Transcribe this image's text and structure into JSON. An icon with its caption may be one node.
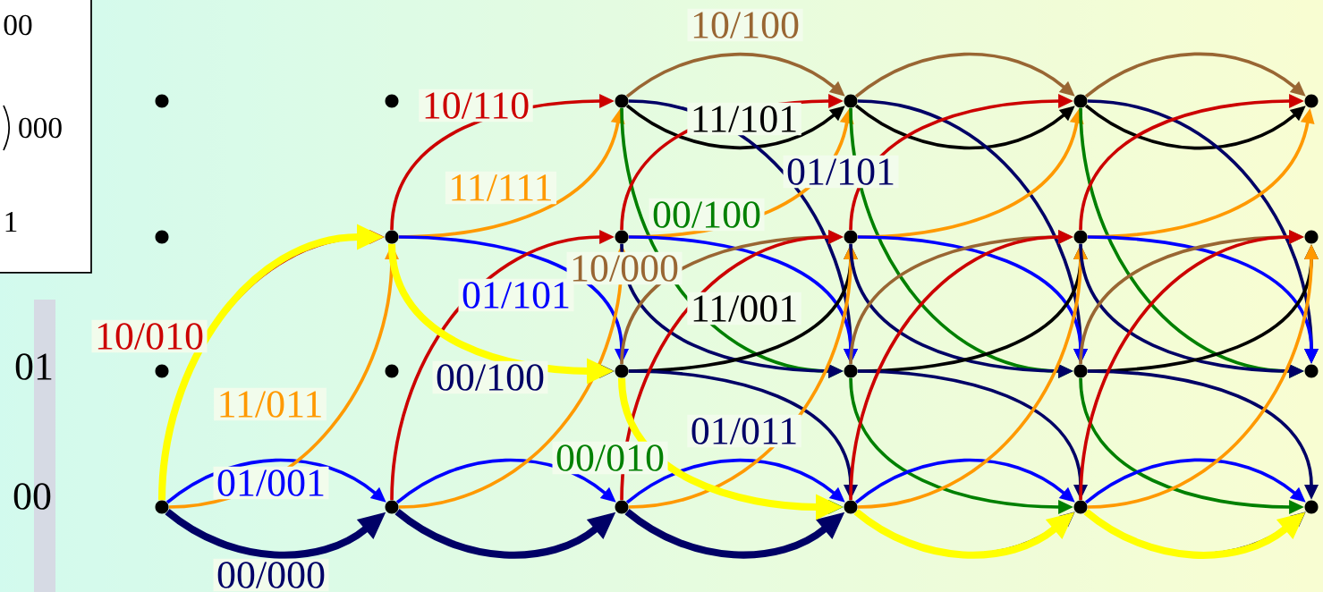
{
  "diagram": {
    "nodes": [
      {
        "text": [
          "00",
          "000",
          "1"
        ]
      },
      {
        "text": [],
        "shape": "circle"
      },
      {
        "text": [],
        "shape": "circle"
      },
      {
        "text": [],
        "shape": "circle"
      },
      {
        "text": [],
        "shape": "circle"
      },
      {
        "text": [],
        "shape": "circle"
      },
      {
        "text": [],
        "shape": "circle"
      },
      {
        "text": [],
        "shape": "circle"
      },
      {
        "text": [],
        "shape": "circle"
      },
      {
        "text": [],
        "shape": "circle"
      },
      {
        "text": [],
        "shape": "circle"
      },
      {
        "text": [],
        "shape": "circle"
      },
      {
        "text": [],
        "shape": "circle"
      },
      {
        "text": [],
        "shape": "circle"
      },
      {
        "text": [],
        "shape": "circle"
      },
      {
        "text": [],
        "shape": "circle"
      },
      {
        "text": [],
        "shape": "circle"
      },
      {
        "text": [],
        "shape": "circle"
      },
      {
        "text": [],
        "shape": "circle"
      },
      {
        "text": [],
        "shape": "circle"
      },
      {
        "text": [],
        "shape": "circle"
      },
      {
        "text": [],
        "shape": "circle"
      },
      {
        "text": [],
        "shape": "circle"
      },
      {
        "text": [],
        "shape": "circle"
      },
      {
        "text": [],
        "shape": "circle"
      },
      {
        "text": [],
        "shape": "bar"
      }
    ],
    "edges": [
      {
        "from": 19,
        "to": 20,
        "arrow": "to",
        "color": "#000066",
        "style": "thick",
        "label": "00/000"
      },
      {
        "from": 19,
        "to": 20,
        "arrow": "to",
        "color": "#0000ff",
        "label": "01/001"
      },
      {
        "from": 19,
        "to": 8,
        "arrow": "to",
        "color": "#cc0000",
        "label": "10/010"
      },
      {
        "from": 19,
        "to": 8,
        "arrow": "to",
        "color": "#ff9900",
        "label": "11/011"
      },
      {
        "from": 8,
        "to": 3,
        "arrow": "to",
        "color": "#cc0000",
        "label": "10/110"
      },
      {
        "from": 8,
        "to": 3,
        "arrow": "to",
        "color": "#ff9900",
        "label": "11/111"
      },
      {
        "from": 8,
        "to": 15,
        "arrow": "to",
        "color": "#0000ff",
        "label": "01/101"
      },
      {
        "from": 8,
        "to": 15,
        "arrow": "to",
        "color": "#000066",
        "label": "00/100"
      },
      {
        "from": 20,
        "to": 21,
        "arrow": "to",
        "color": "#000066",
        "style": "thick"
      },
      {
        "from": 20,
        "to": 21,
        "arrow": "to",
        "color": "#0000ff"
      },
      {
        "from": 20,
        "to": 9,
        "arrow": "to",
        "color": "#cc0000"
      },
      {
        "from": 20,
        "to": 9,
        "arrow": "to",
        "color": "#ff9900"
      },
      {
        "from": 3,
        "to": 4,
        "arrow": "to",
        "color": "#996633",
        "label": "10/100"
      },
      {
        "from": 3,
        "to": 4,
        "arrow": "to",
        "color": "#000000",
        "label": "11/101"
      },
      {
        "from": 3,
        "to": 16,
        "arrow": "to",
        "color": "#000066",
        "label": "01/101"
      },
      {
        "from": 3,
        "to": 16,
        "arrow": "to",
        "color": "#008000",
        "label": "00/100"
      },
      {
        "from": 9,
        "to": 4,
        "arrow": "to",
        "color": "#cc0000"
      },
      {
        "from": 9,
        "to": 4,
        "arrow": "to",
        "color": "#ff9900"
      },
      {
        "from": 9,
        "to": 16,
        "arrow": "to",
        "color": "#0000ff"
      },
      {
        "from": 9,
        "to": 16,
        "arrow": "to",
        "color": "#000066"
      },
      {
        "from": 15,
        "to": 10,
        "arrow": "to",
        "color": "#996633",
        "label": "10/000"
      },
      {
        "from": 15,
        "to": 10,
        "arrow": "to",
        "color": "#000000",
        "label": "11/001"
      },
      {
        "from": 15,
        "to": 22,
        "arrow": "to",
        "color": "#000066",
        "label": "01/011"
      },
      {
        "from": 15,
        "to": 22,
        "arrow": "to",
        "color": "#008000",
        "label": "00/010"
      },
      {
        "from": 21,
        "to": 22,
        "arrow": "to",
        "color": "#000066",
        "style": "thick"
      },
      {
        "from": 21,
        "to": 22,
        "arrow": "to",
        "color": "#0000ff"
      },
      {
        "from": 21,
        "to": 10,
        "arrow": "to",
        "color": "#cc0000"
      },
      {
        "from": 21,
        "to": 10,
        "arrow": "to",
        "color": "#ff9900"
      },
      {
        "from": 4,
        "to": 5,
        "arrow": "to",
        "color": "#996633"
      },
      {
        "from": 4,
        "to": 5,
        "arrow": "to",
        "color": "#000000"
      },
      {
        "from": 4,
        "to": 17,
        "arrow": "to",
        "color": "#000066"
      },
      {
        "from": 4,
        "to": 17,
        "arrow": "to",
        "color": "#008000"
      },
      {
        "from": 10,
        "to": 5,
        "arrow": "to",
        "color": "#cc0000"
      },
      {
        "from": 10,
        "to": 5,
        "arrow": "to",
        "color": "#ff9900"
      },
      {
        "from": 10,
        "to": 17,
        "arrow": "to",
        "color": "#0000ff"
      },
      {
        "from": 10,
        "to": 17,
        "arrow": "to",
        "color": "#000066"
      },
      {
        "from": 16,
        "to": 11,
        "arrow": "to",
        "color": "#996633"
      },
      {
        "from": 16,
        "to": 11,
        "arrow": "to",
        "color": "#000000"
      },
      {
        "from": 16,
        "to": 23,
        "arrow": "to",
        "color": "#000066"
      },
      {
        "from": 16,
        "to": 23,
        "arrow": "to",
        "color": "#008000"
      },
      {
        "from": 22,
        "to": 23,
        "arrow": "to",
        "color": "#000066"
      },
      {
        "from": 22,
        "to": 23,
        "arrow": "to",
        "color": "#0000ff"
      },
      {
        "from": 22,
        "to": 11,
        "arrow": "to",
        "color": "#cc0000"
      },
      {
        "from": 22,
        "to": 11,
        "arrow": "to",
        "color": "#ff9900"
      },
      {
        "from": 5,
        "to": 6,
        "arrow": "to",
        "color": "#996633"
      },
      {
        "from": 5,
        "to": 6,
        "arrow": "to",
        "color": "#000000"
      },
      {
        "from": 5,
        "to": 18,
        "arrow": "to",
        "color": "#000066"
      },
      {
        "from": 5,
        "to": 18,
        "arrow": "to",
        "color": "#008000"
      },
      {
        "from": 11,
        "to": 6,
        "arrow": "to",
        "color": "#cc0000"
      },
      {
        "from": 11,
        "to": 6,
        "arrow": "to",
        "color": "#ff9900"
      },
      {
        "from": 11,
        "to": 18,
        "arrow": "to",
        "color": "#0000ff"
      },
      {
        "from": 11,
        "to": 18,
        "arrow": "to",
        "color": "#000066"
      },
      {
        "from": 17,
        "to": 12,
        "arrow": "to",
        "color": "#996633"
      },
      {
        "from": 17,
        "to": 12,
        "arrow": "to",
        "color": "#000000"
      },
      {
        "from": 17,
        "to": 24,
        "arrow": "to",
        "color": "#000066"
      },
      {
        "from": 17,
        "to": 24,
        "arrow": "to",
        "color": "#008000"
      },
      {
        "from": 23,
        "to": 24,
        "arrow": "to",
        "color": "#000066"
      },
      {
        "from": 23,
        "to": 24,
        "arrow": "to",
        "color": "#0000ff"
      },
      {
        "from": 23,
        "to": 12,
        "arrow": "to",
        "color": "#cc0000"
      },
      {
        "from": 23,
        "to": 12,
        "arrow": "to",
        "color": "#ff9900"
      },
      {
        "from": 19,
        "to": 8,
        "arrow": "to",
        "color": "#ffff00",
        "style": "thick"
      },
      {
        "from": 8,
        "to": 15,
        "arrow": "to",
        "color": "#ffff00",
        "style": "thick"
      },
      {
        "from": 15,
        "to": 22,
        "arrow": "to",
        "color": "#ffff00",
        "style": "thick"
      },
      {
        "from": 22,
        "to": 23,
        "arrow": "to",
        "color": "#ffff00",
        "style": "thick"
      },
      {
        "from": 23,
        "to": 24,
        "arrow": "to",
        "color": "#ffff00",
        "style": "thick"
      }
    ],
    "labels": [
      "01",
      "00"
    ]
  }
}
